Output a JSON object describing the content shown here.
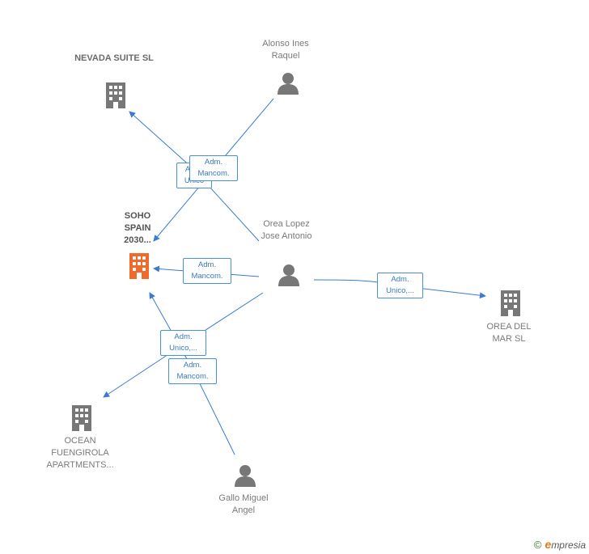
{
  "nodes": {
    "nevada": {
      "label": "NEVADA SUITE SL",
      "type": "company"
    },
    "alonso": {
      "label": "Alonso Ines Raquel",
      "type": "person"
    },
    "soho": {
      "label": "SOHO SPAIN 2030...",
      "type": "company-focus"
    },
    "orea_lopez": {
      "label": "Orea Lopez Jose Antonio",
      "type": "person"
    },
    "orea_mar": {
      "label": "OREA DEL MAR  SL",
      "type": "company"
    },
    "ocean": {
      "label": "OCEAN FUENGIROLA APARTMENTS...",
      "type": "company"
    },
    "gallo": {
      "label": "Gallo Miguel Angel",
      "type": "person"
    }
  },
  "relations": {
    "r1": "Adm. Unico",
    "r2": "Adm. Mancom.",
    "r3": "Adm. Mancom.",
    "r4": "Adm. Unico,...",
    "r5": "Adm. Unico,...",
    "r6": "Adm. Mancom."
  },
  "colors": {
    "edge": "#3a7bd5",
    "company": "#777777",
    "focus": "#f06a2c",
    "person": "#777777"
  },
  "footer": {
    "copyright": "©",
    "brand_initial": "e",
    "brand_rest": "mpresia"
  }
}
